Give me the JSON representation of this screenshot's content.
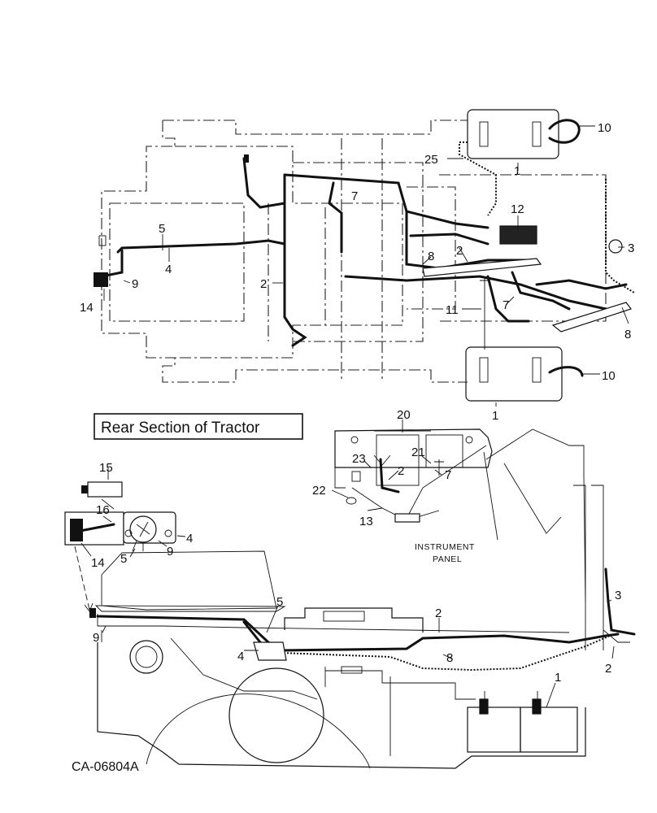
{
  "caption": "Rear Section of Tractor",
  "drawing_code": "CA-06804A",
  "instrument_note": [
    "INSTRUMENT",
    "PANEL"
  ],
  "top_view_callouts": [
    "10",
    "25",
    "1",
    "7",
    "12",
    "5",
    "4",
    "3",
    "9",
    "2",
    "8",
    "2",
    "14",
    "11",
    "7",
    "8",
    "10",
    "1"
  ],
  "panel_callouts": [
    "20",
    "21",
    "23",
    "2",
    "7",
    "22",
    "13"
  ],
  "detail_callouts": [
    "15",
    "16",
    "4",
    "5",
    "9",
    "14"
  ],
  "side_view_callouts": [
    "5",
    "2",
    "3",
    "9",
    "4",
    "8",
    "2",
    "1"
  ]
}
